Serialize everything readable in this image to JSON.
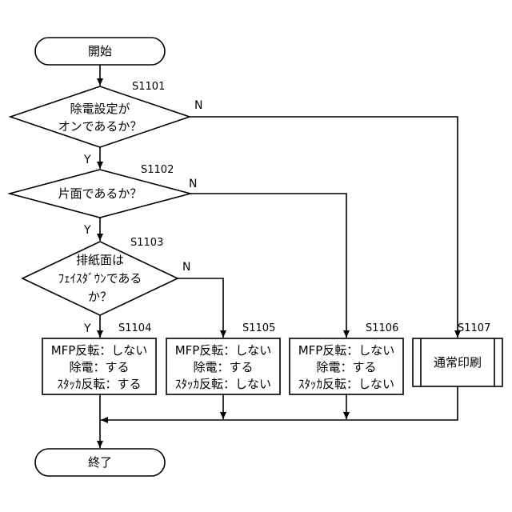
{
  "start": {
    "label": "開始"
  },
  "end": {
    "label": "終了"
  },
  "decisions": [
    {
      "step": "S1101",
      "lines": [
        "除電設定が",
        "オンであるか？"
      ],
      "yes": "Y",
      "no": "N"
    },
    {
      "step": "S1102",
      "lines": [
        "片面であるか？"
      ],
      "yes": "Y",
      "no": "N"
    },
    {
      "step": "S1103",
      "lines": [
        "排紙面は",
        "ﾌｪｲｽﾀﾞｳﾝである",
        "か？"
      ],
      "yes": "Y",
      "no": "N"
    }
  ],
  "processes": [
    {
      "step": "S1104",
      "lines": [
        "MFP反転：しない",
        "除電：する",
        "ｽﾀｯｶ反転：する"
      ]
    },
    {
      "step": "S1105",
      "lines": [
        "MFP反転：しない",
        "除電：する",
        "ｽﾀｯｶ反転：しない"
      ]
    },
    {
      "step": "S1106",
      "lines": [
        "MFP反転：しない",
        "除電：する",
        "ｽﾀｯｶ反転：しない"
      ]
    },
    {
      "step": "S1107",
      "lines": [
        "通常印刷"
      ]
    }
  ]
}
